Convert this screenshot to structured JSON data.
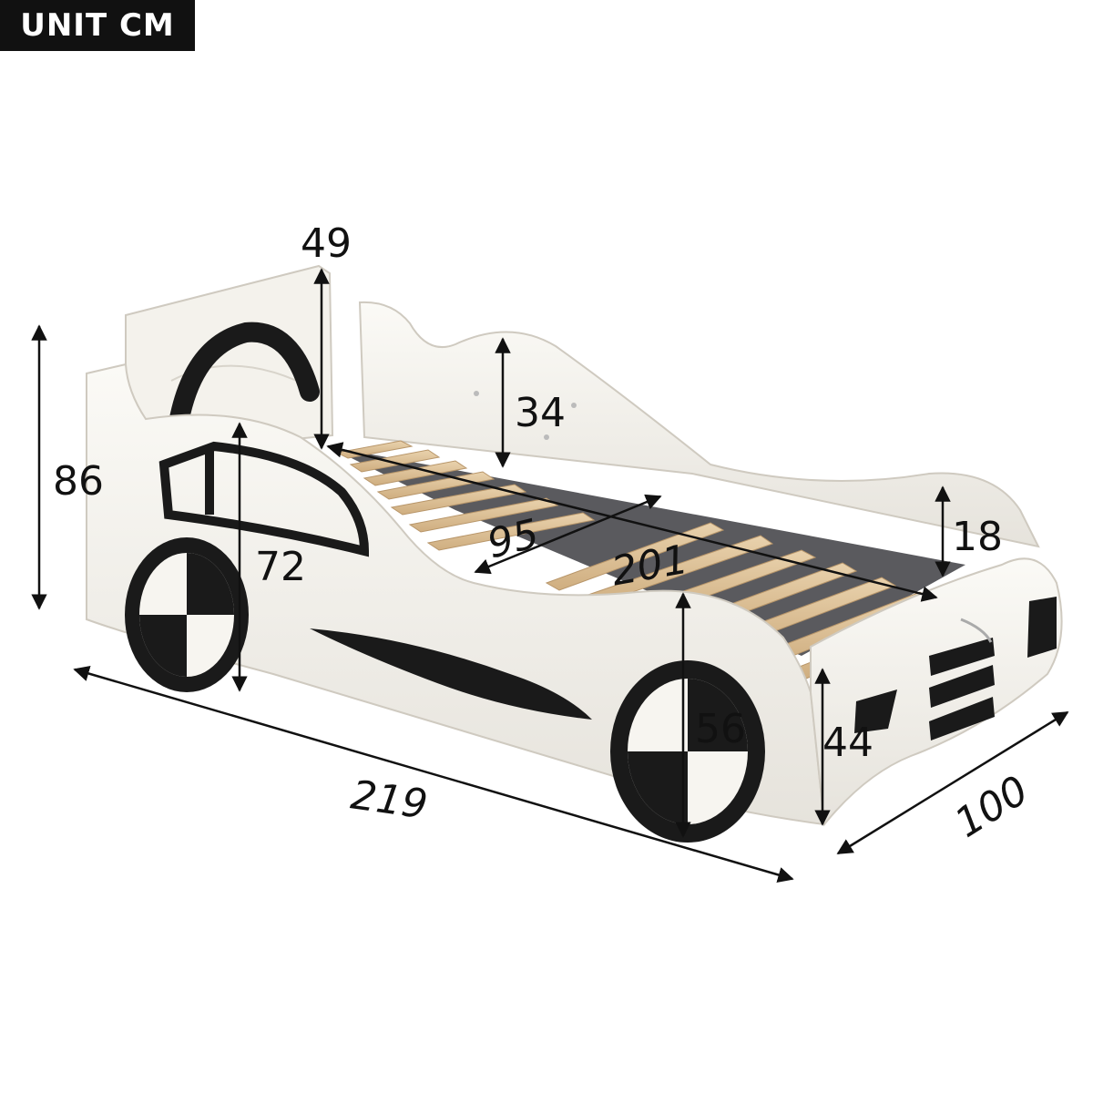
{
  "unit_label": "UNIT CM",
  "dimensions": {
    "headboard": "49",
    "total_height": "86",
    "side_rail_height": "34",
    "mattress_width": "95",
    "mattress_length": "201",
    "footboard_height": "18",
    "front_height": "72",
    "wheel_height": "56",
    "rear_height": "44",
    "overall_length": "219",
    "overall_width": "100"
  }
}
